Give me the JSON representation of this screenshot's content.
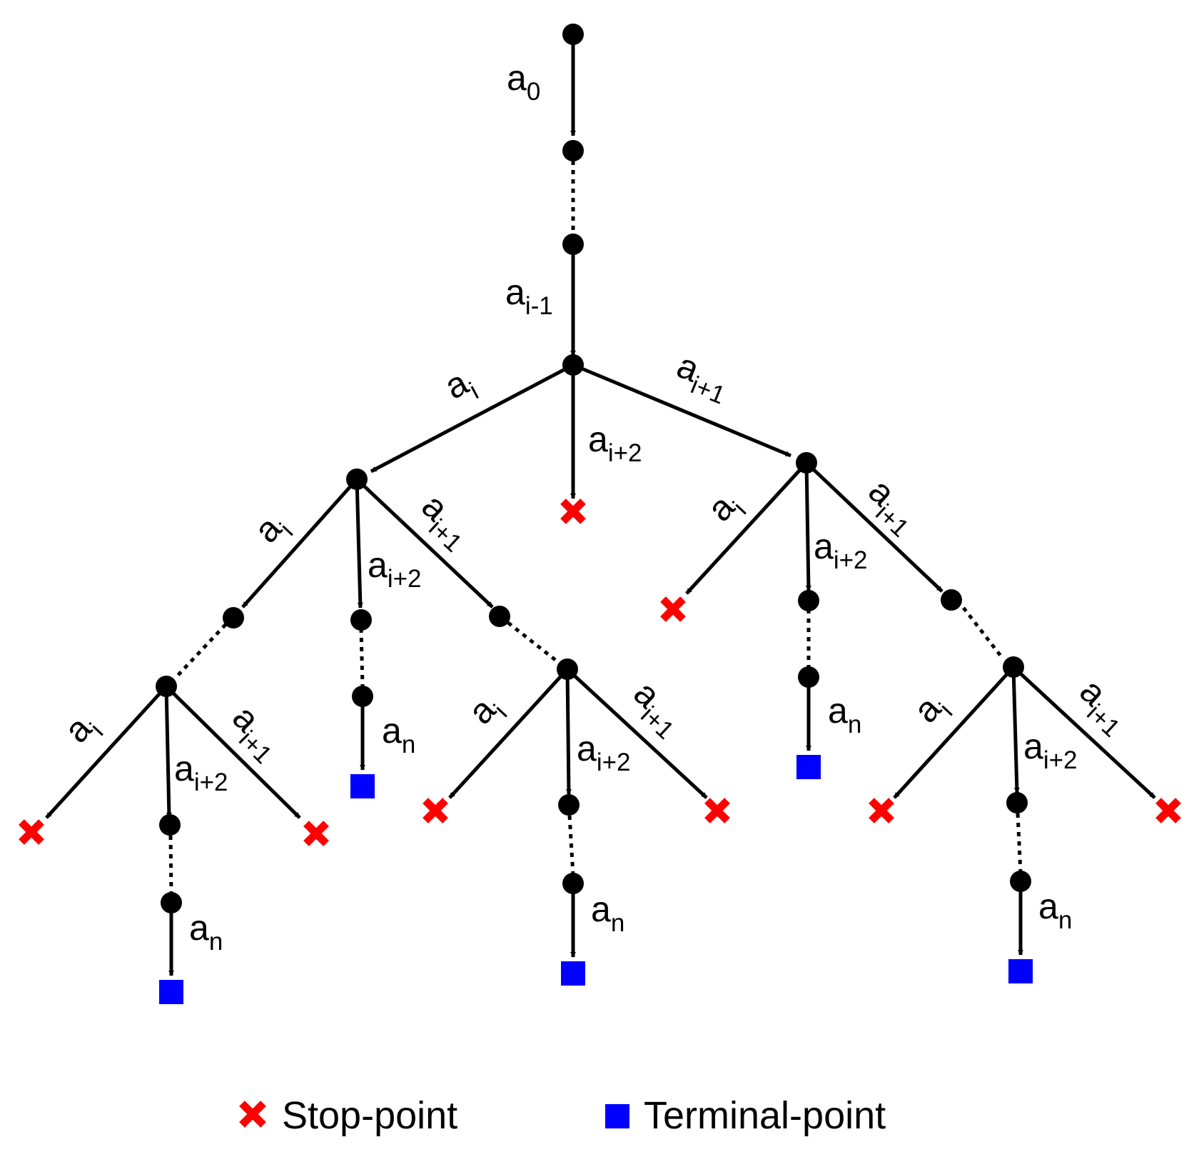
{
  "diagram": {
    "colors": {
      "line": "#000000",
      "stop": "#ff0000",
      "terminal": "#0000ff"
    },
    "labels": {
      "base": "a",
      "sub_0": "0",
      "sub_im1": "i-1",
      "sub_i": "i",
      "sub_ip1": "i+1",
      "sub_ip2": "i+2",
      "sub_n": "n"
    },
    "legend": {
      "stop_label": "Stop-point",
      "terminal_label": "Terminal-point",
      "stop_icon": "red-cross-icon",
      "terminal_icon": "blue-square-icon"
    }
  }
}
